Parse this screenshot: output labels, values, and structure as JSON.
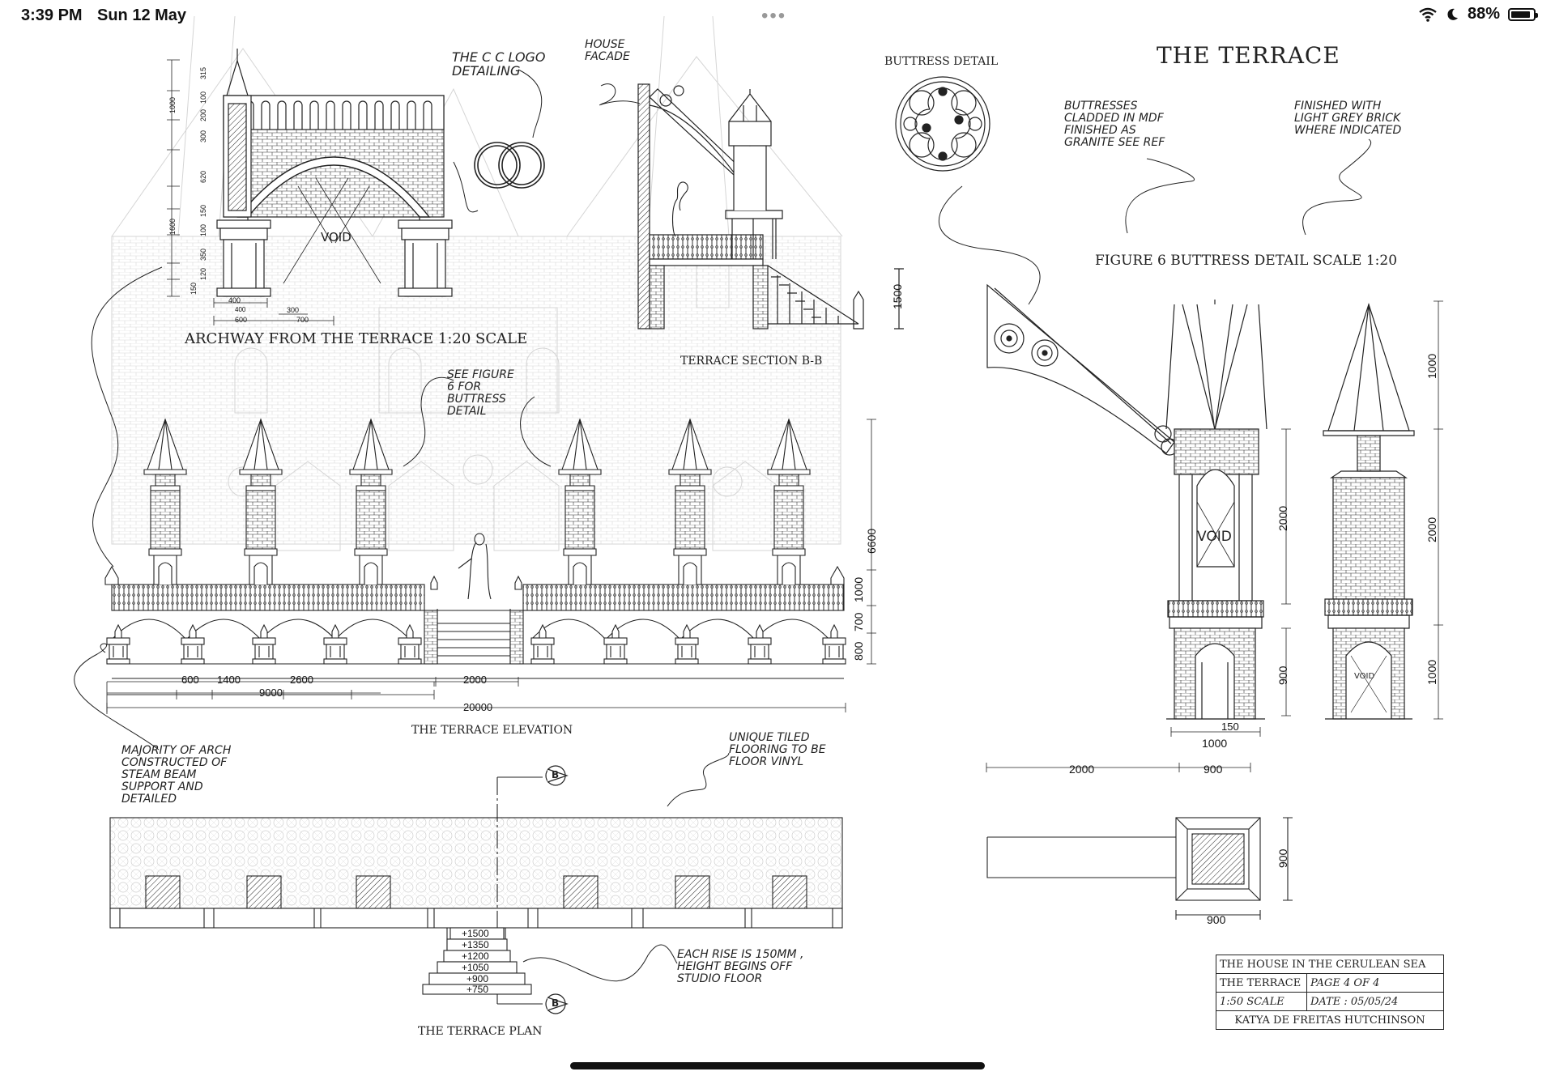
{
  "status_bar": {
    "time": "3:39 PM",
    "date": "Sun 12 May",
    "battery_text": "88%",
    "battery_level": 0.88
  },
  "sheet": {
    "title": "THE TERRACE",
    "archway": {
      "title": "ARCHWAY FROM THE TERRACE 1:20 SCALE",
      "void_label": "VOID",
      "logo_note": "THE C C LOGO\nDETAILING",
      "dims_vertical": [
        "1000",
        "315",
        "100",
        "200",
        "300",
        "620",
        "150",
        "100",
        "350",
        "120",
        "150",
        "1600"
      ],
      "dims_horizontal": [
        "400",
        "400",
        "300",
        "600",
        "700"
      ]
    },
    "section": {
      "house_facade_note": "HOUSE\nFACADE",
      "title": "TERRACE SECTION B-B",
      "dim_1500": "1500"
    },
    "buttress_detail_label": "BUTTRESS DETAIL",
    "buttress_notes": {
      "cladding": "BUTTRESSES\nCLADDED IN MDF\nFINISHED AS\nGRANITE SEE REF",
      "brick": "FINISHED WITH\nLIGHT GREY BRICK\nWHERE INDICATED"
    },
    "figure6": {
      "title": "FIGURE 6 BUTTRESS DETAIL SCALE 1:20",
      "void_label": "VOID",
      "small_void": "VOID",
      "dims": {
        "d1000a": "1000",
        "d2000a": "2000",
        "d1000b": "1000",
        "d2000b": "2000",
        "d900v": "900",
        "d150": "150",
        "d1000h": "1000",
        "d2000h": "2000",
        "d900h": "900",
        "plan900v": "900",
        "plan900h": "900"
      }
    },
    "elevation": {
      "see_figure_note": "SEE FIGURE\n6 FOR\nBUTTRESS\nDETAIL",
      "title": "THE TERRACE ELEVATION",
      "dims": {
        "d600": "600",
        "d1400": "1400",
        "d2600": "2600",
        "d9000": "9000",
        "d2000": "2000",
        "d20000": "20000",
        "d6600": "6600",
        "d1000": "1000",
        "d700": "700",
        "d800": "800"
      }
    },
    "plan": {
      "arch_note": "MAJORITY OF ARCH\nCONSTRUCTED OF\nSTEAM BEAM\nSUPPORT AND\nDETAILED",
      "floor_note": "UNIQUE TILED\nFLOORING TO BE\nFLOOR VINYL",
      "rise_note": "EACH RISE IS 150MM ,\nHEIGHT BEGINS OFF\nSTUDIO FLOOR",
      "section_marker": "B",
      "steps": [
        "+1500",
        "+1350",
        "+1200",
        "+1050",
        "+900",
        "+750"
      ],
      "title": "THE TERRACE PLAN"
    },
    "title_block": {
      "project": "THE HOUSE IN THE CERULEAN SEA",
      "sheet_name": "THE TERRACE",
      "page": "PAGE 4 OF 4",
      "scale": "1:50 SCALE",
      "date": "DATE : 05/05/24",
      "author": "KATYA DE FREITAS HUTCHINSON"
    }
  }
}
